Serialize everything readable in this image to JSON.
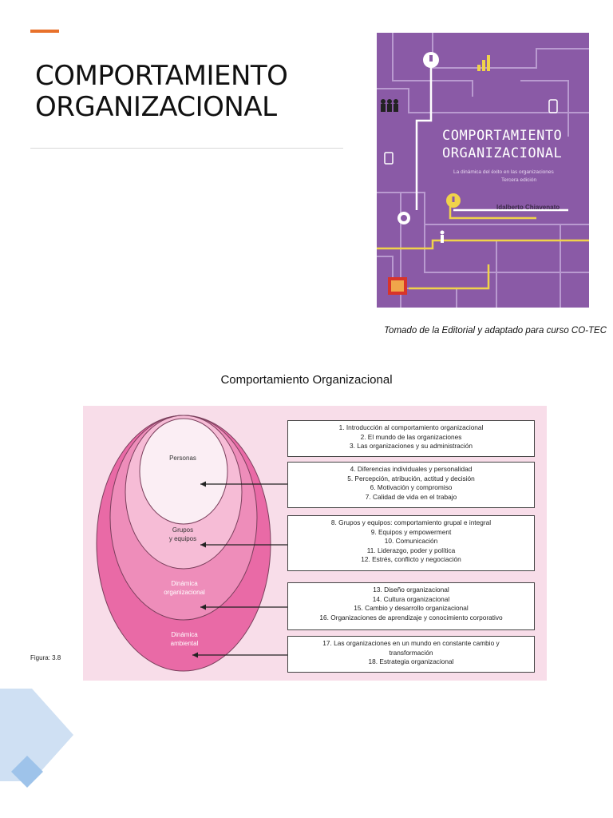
{
  "slide": {
    "title_line1": "COMPORTAMIENTO",
    "title_line2": "ORGANIZACIONAL",
    "accent_color": "#e8712b"
  },
  "book_cover": {
    "title_line1": "COMPORTAMIENTO",
    "title_line2": "ORGANIZACIONAL",
    "subtitle": "La dinámica del éxito en las organizaciones",
    "edition": "Tercera edición",
    "author": "Idalberto Chiavenato",
    "background_color": "#8a5aa6",
    "icons": [
      "cloud-icon",
      "chart-icon",
      "people-icon",
      "phone-icon",
      "tablet-icon",
      "globe-icon",
      "warning-cloud-icon",
      "person-icon",
      "publisher-logo"
    ]
  },
  "caption": "Tomado de la Editorial y adaptado para curso CO-TEC",
  "diagram": {
    "title": "Comportamiento Organizacional",
    "figure_label": "Figura: 3.8",
    "rings": [
      {
        "label_line1": "Personas",
        "label_line2": "",
        "color": "#fbeef4"
      },
      {
        "label_line1": "Grupos",
        "label_line2": "y equipos",
        "color": "#f6bcd6"
      },
      {
        "label_line1": "Dinámica",
        "label_line2": "organizacional",
        "color": "#ee8dba"
      },
      {
        "label_line1": "Dinámica",
        "label_line2": "ambiental",
        "color": "#e96aa6"
      }
    ],
    "topic_boxes": [
      [
        "1. Introducción al comportamiento organizacional",
        "2. El mundo de las organizaciones",
        "3. Las organizaciones y su administración"
      ],
      [
        "4. Diferencias individuales y personalidad",
        "5. Percepción, atribución, actitud y decisión",
        "6. Motivación y compromiso",
        "7. Calidad de vida en el trabajo"
      ],
      [
        "8. Grupos y equipos: comportamiento grupal e integral",
        "9. Equipos y empowerment",
        "10. Comunicación",
        "11. Liderazgo, poder y política",
        "12. Estrés, conflicto y negociación"
      ],
      [
        "13. Diseño organizacional",
        "14. Cultura organizacional",
        "15. Cambio y desarrollo organizacional",
        "16. Organizaciones de aprendizaje y conocimiento corporativo"
      ],
      [
        "17. Las organizaciones en un mundo en constante cambio y",
        "transformación",
        "18. Estrategia organizacional"
      ]
    ]
  }
}
